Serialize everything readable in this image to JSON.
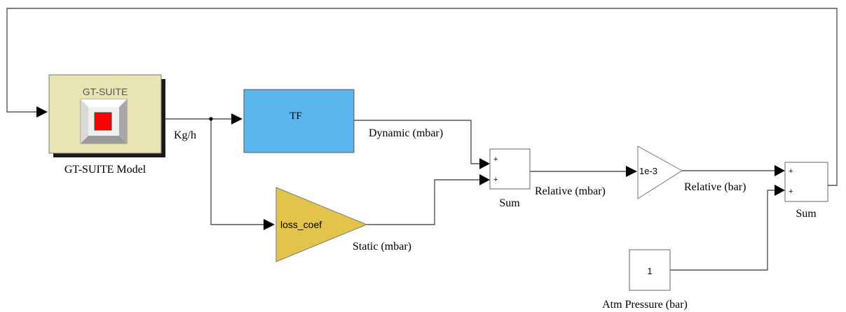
{
  "diagram": {
    "blocks": {
      "gt_suite": {
        "title": "GT-SUITE",
        "caption": "GT-SUITE Model",
        "face_color": "#e8e4b4",
        "indicator_color": "#ff0000"
      },
      "tf": {
        "label": "TF",
        "fill": "#5cb6ee"
      },
      "loss_coef": {
        "label": "loss_coef",
        "fill": "#e2c44a"
      },
      "sum1": {
        "caption": "Sum",
        "port1": "+",
        "port2": "+"
      },
      "gain": {
        "label": "1e-3"
      },
      "sum2": {
        "caption": "Sum",
        "port1": "+",
        "port2": "+"
      },
      "atm_const": {
        "value": "1",
        "caption": "Atm Pressure (bar)"
      }
    },
    "signals": {
      "kg_h": "Kg/h",
      "dynamic": "Dynamic (mbar)",
      "static": "Static (mbar)",
      "relative_mbar": "Relative (mbar)",
      "relative_bar": "Relative (bar)"
    }
  }
}
